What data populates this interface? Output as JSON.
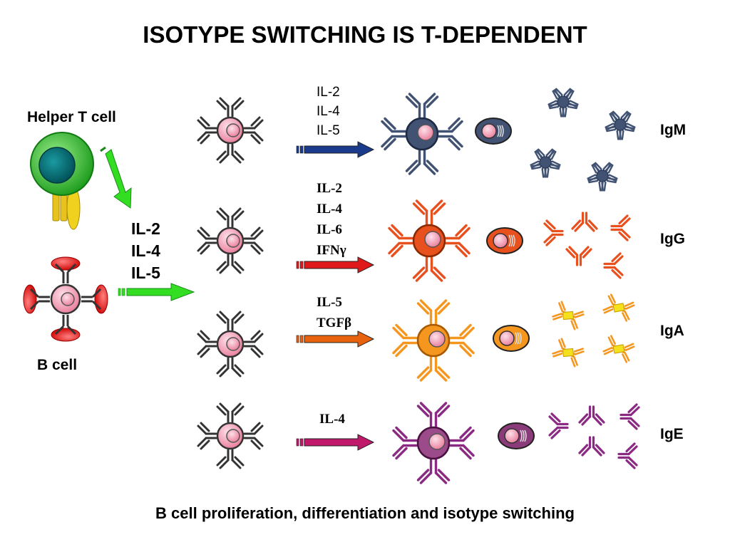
{
  "title": "ISOTYPE SWITCHING IS T-DEPENDENT",
  "left": {
    "helper_label": "Helper T cell",
    "bcell_label": "B cell",
    "cytokines": [
      "IL-2",
      "IL-4",
      "IL-5"
    ]
  },
  "rows": [
    {
      "isotype": "IgM",
      "color": "#415273",
      "cytokines": [
        "IL-2",
        "IL-4",
        "IL-5"
      ],
      "arrow_color": "#1a3a8c"
    },
    {
      "isotype": "IgG",
      "color": "#e8501e",
      "cytokines": [
        "IL-2",
        "IL-4",
        "IL-6",
        "IFNγ"
      ],
      "arrow_color": "#e01a1a"
    },
    {
      "isotype": "IgA",
      "color": "#f5961e",
      "cytokines": [
        "IL-5",
        "TGFβ"
      ],
      "arrow_color": "#e8620e"
    },
    {
      "isotype": "IgE",
      "color": "#8b2a82",
      "cytokines": [
        "IL-4"
      ],
      "arrow_color": "#c0186a"
    }
  ],
  "caption": "B cell proliferation, differentiation and isotype switching",
  "colors": {
    "helper_outer": "#2db82d",
    "helper_nucleus": "#006f73",
    "tcr": "#e8c21e",
    "bcell_body": "#f6a2b8",
    "receptor_black": "#333333",
    "bcell_tips": "#e01a1a",
    "green_arrow": "#33dd22"
  }
}
